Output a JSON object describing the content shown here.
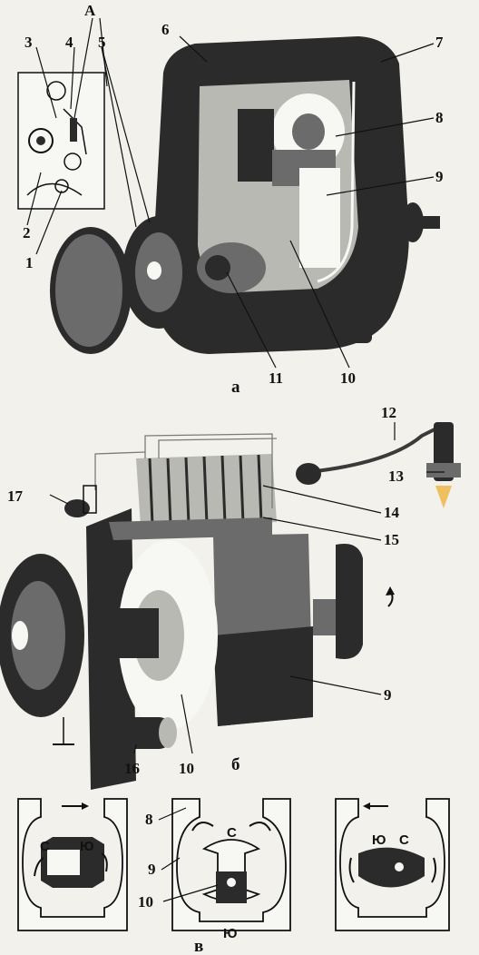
{
  "labels": {
    "n1": "1",
    "n2": "2",
    "n3": "3",
    "n4": "4",
    "n5": "5",
    "n6": "6",
    "n7": "7",
    "n8": "8",
    "n9": "9",
    "n10": "10",
    "n11": "11",
    "n12": "12",
    "n13": "13",
    "n14": "14",
    "n15": "15",
    "n16": "16",
    "n17": "17",
    "A": "А"
  },
  "subfigures": {
    "a": "а",
    "b": "б",
    "v": "в"
  },
  "poles": {
    "left": {
      "top_left": "С",
      "top_right": "Ю"
    },
    "center": {
      "top": "С",
      "bottom": "Ю"
    },
    "right": {
      "top_left": "Ю",
      "top_right": "С"
    }
  },
  "panel_v_labels": {
    "n8": "8",
    "n9": "9",
    "n10": "10"
  }
}
